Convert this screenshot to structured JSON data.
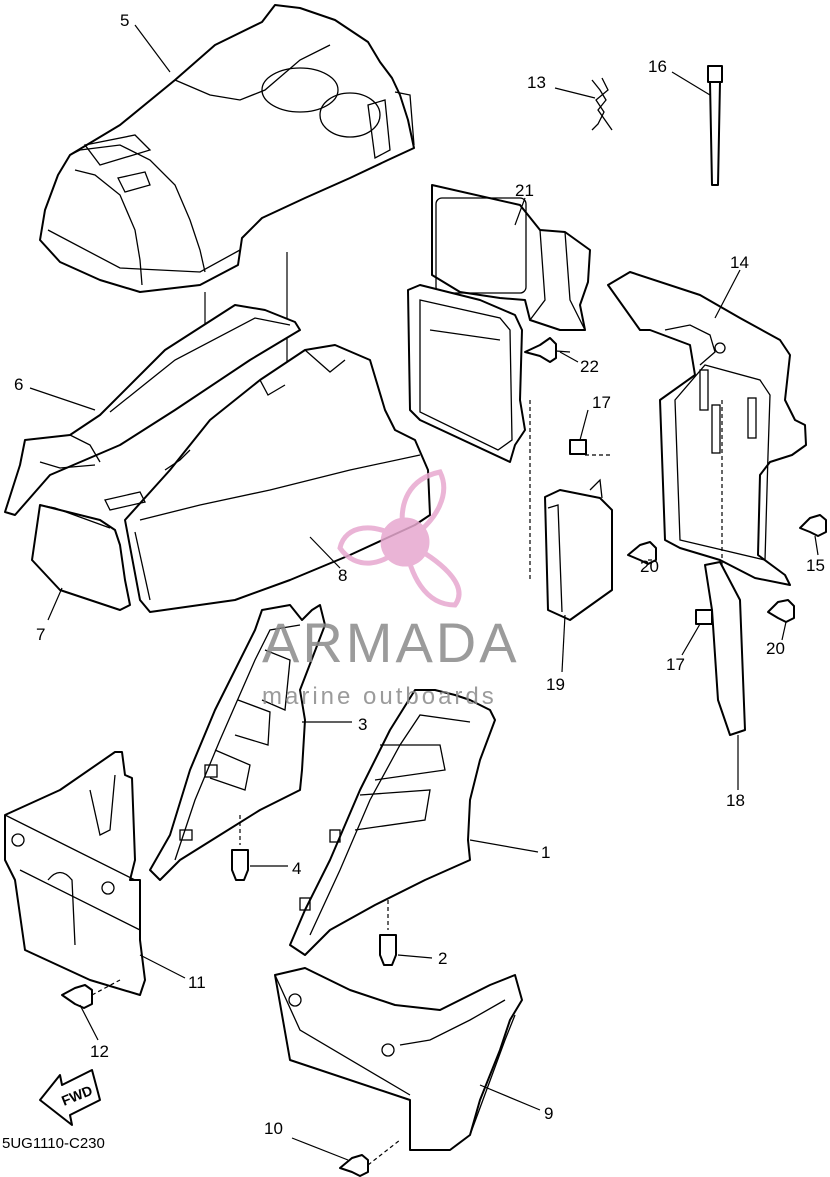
{
  "diagram": {
    "code": "5UG1110-C230",
    "fwd_label": "FWD",
    "callouts": {
      "c1": "1",
      "c2": "2",
      "c3": "3",
      "c4": "4",
      "c5": "5",
      "c6": "6",
      "c7": "7",
      "c8": "8",
      "c9": "9",
      "c10": "10",
      "c11": "11",
      "c12": "12",
      "c13": "13",
      "c14": "14",
      "c15": "15",
      "c16": "16",
      "c17a": "17",
      "c17b": "17",
      "c18": "18",
      "c19": "19",
      "c20a": "20",
      "c20b": "20",
      "c21": "21",
      "c22": "22"
    }
  },
  "watermark": {
    "brand": "ARMADA",
    "tagline": "marine outboards",
    "brand_color": "#8a8a8a",
    "logo_color": "#e7a8cf"
  }
}
